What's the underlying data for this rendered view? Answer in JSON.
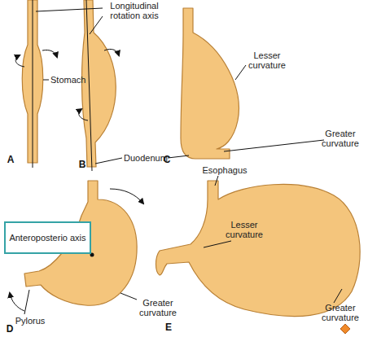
{
  "diagram": {
    "nodes": [
      {
        "text": [
          "Anteroposterio axis"
        ]
      }
    ],
    "labels": [
      "Longitudinal rotation axis",
      "Stomach",
      "A",
      "Duodenum",
      "B",
      "Lesser curvature",
      "Greater curvature",
      "C",
      "Pylorus",
      "Greater curvature",
      "D",
      "Esophagus",
      "Lesser curvature",
      "Greater curvature",
      "E"
    ]
  }
}
